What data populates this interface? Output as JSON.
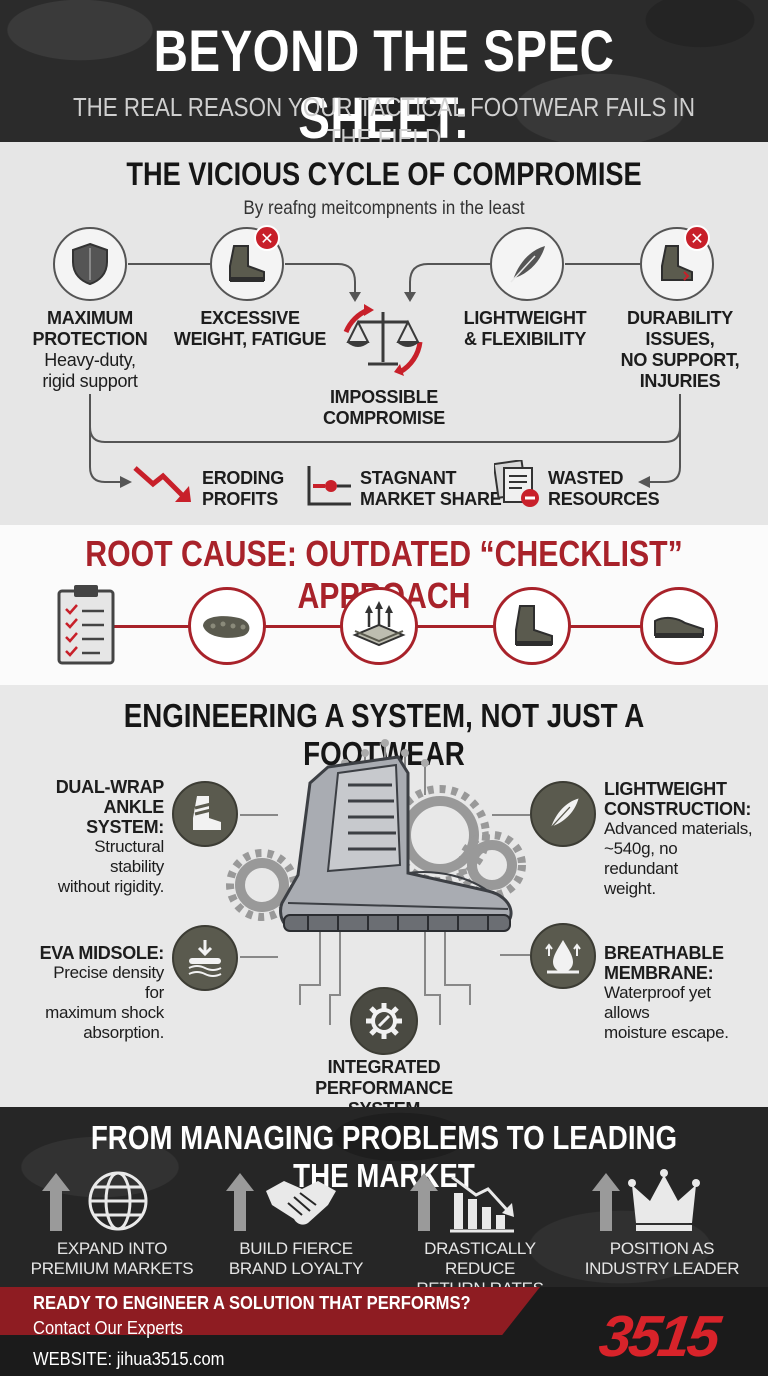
{
  "header": {
    "title": "BEYOND THE SPEC SHEET:",
    "subtitle": "THE REAL REASON YOUR TACTICAL FOOTWEAR FAILS IN THE FIELD"
  },
  "cycle": {
    "heading": "THE VICIOUS CYCLE OF COMPROMISE",
    "subheading": "By reafng meitcompnents in the least",
    "max_protection": {
      "title_1": "MAXIMUM",
      "title_2": "PROTECTION",
      "desc_1": "Heavy-duty,",
      "desc_2": "rigid support"
    },
    "excessive_weight": {
      "line_1": "EXCESSIVE",
      "line_2": "WEIGHT, FATIGUE"
    },
    "lightweight": {
      "line_1": "LIGHTWEIGHT",
      "line_2": "& FLEXIBILITY"
    },
    "durability": {
      "line_1": "DURABILITY",
      "line_2": "ISSUES,",
      "line_3": "NO SUPPORT,",
      "line_4": "INJURIES"
    },
    "center": {
      "line_1": "IMPOSSIBLE",
      "line_2": "COMPROMISE"
    },
    "outcomes": [
      {
        "line_1": "ERODING",
        "line_2": "PROFITS"
      },
      {
        "line_1": "STAGNANT",
        "line_2": "MARKET SHARE"
      },
      {
        "line_1": "WASTED",
        "line_2": "RESOURCES"
      }
    ]
  },
  "root_cause": {
    "heading": "ROOT CAUSE: OUTDATED “CHECKLIST” APPROACH"
  },
  "system": {
    "heading": "ENGINEERING A SYSTEM, NOT JUST A FOOTWEAR",
    "ankle": {
      "t1": "DUAL-WRAP",
      "t2": "ANKLE SYSTEM:",
      "d1": "Structural stability",
      "d2": "without rigidity."
    },
    "midsole": {
      "t1": "EVA MIDSOLE:",
      "d1": "Precise density for",
      "d2": "maximum shock",
      "d3": "absorption."
    },
    "lightweight": {
      "t1": "LIGHTWEIGHT",
      "t2": "CONSTRUCTION:",
      "d1": "Advanced materials,",
      "d2": "~540g, no redundant",
      "d3": "weight."
    },
    "membrane": {
      "t1": "BREATHABLE",
      "t2": "MEMBRANE:",
      "d1": "Waterproof yet allows",
      "d2": "moisture escape."
    },
    "center": {
      "line_1": "INTEGRATED",
      "line_2": "PERFORMANCE SYSTEM"
    }
  },
  "market": {
    "heading": "FROM MANAGING PROBLEMS TO LEADING THE MARKET",
    "items": [
      {
        "line_1": "EXPAND INTO",
        "line_2": "PREMIUM MARKETS"
      },
      {
        "line_1": "BUILD FIERCE",
        "line_2": "BRAND LOYALTY"
      },
      {
        "line_1": "DRASTICALLY REDUCE",
        "line_2": "RETURN RATES"
      },
      {
        "line_1": "POSITION AS",
        "line_2": "INDUSTRY LEADER"
      }
    ]
  },
  "footer": {
    "cta": "READY TO ENGINEER A SOLUTION THAT PERFORMS?",
    "contact": "Contact Our Experts",
    "website": "WEBSITE: jihua3515.com",
    "logo": "3515"
  },
  "colors": {
    "accent_red": "#a8222a",
    "olive": "#5a5a4e",
    "dark": "#262626"
  }
}
